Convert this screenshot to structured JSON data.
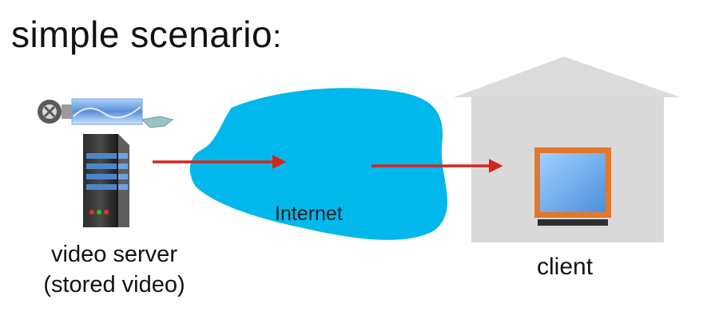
{
  "title": {
    "main": "simple scenario",
    "colon": ":"
  },
  "server": {
    "label_line1": "video server",
    "label_line2": "(stored video)"
  },
  "network": {
    "label": "Internet"
  },
  "client": {
    "label": "client"
  },
  "colors": {
    "cloud": "#00b8ec",
    "arrow": "#d4261d",
    "house": "#d8d8d8",
    "monitor_frame": "#e3772a",
    "monitor_screen": "#6aaef0"
  }
}
